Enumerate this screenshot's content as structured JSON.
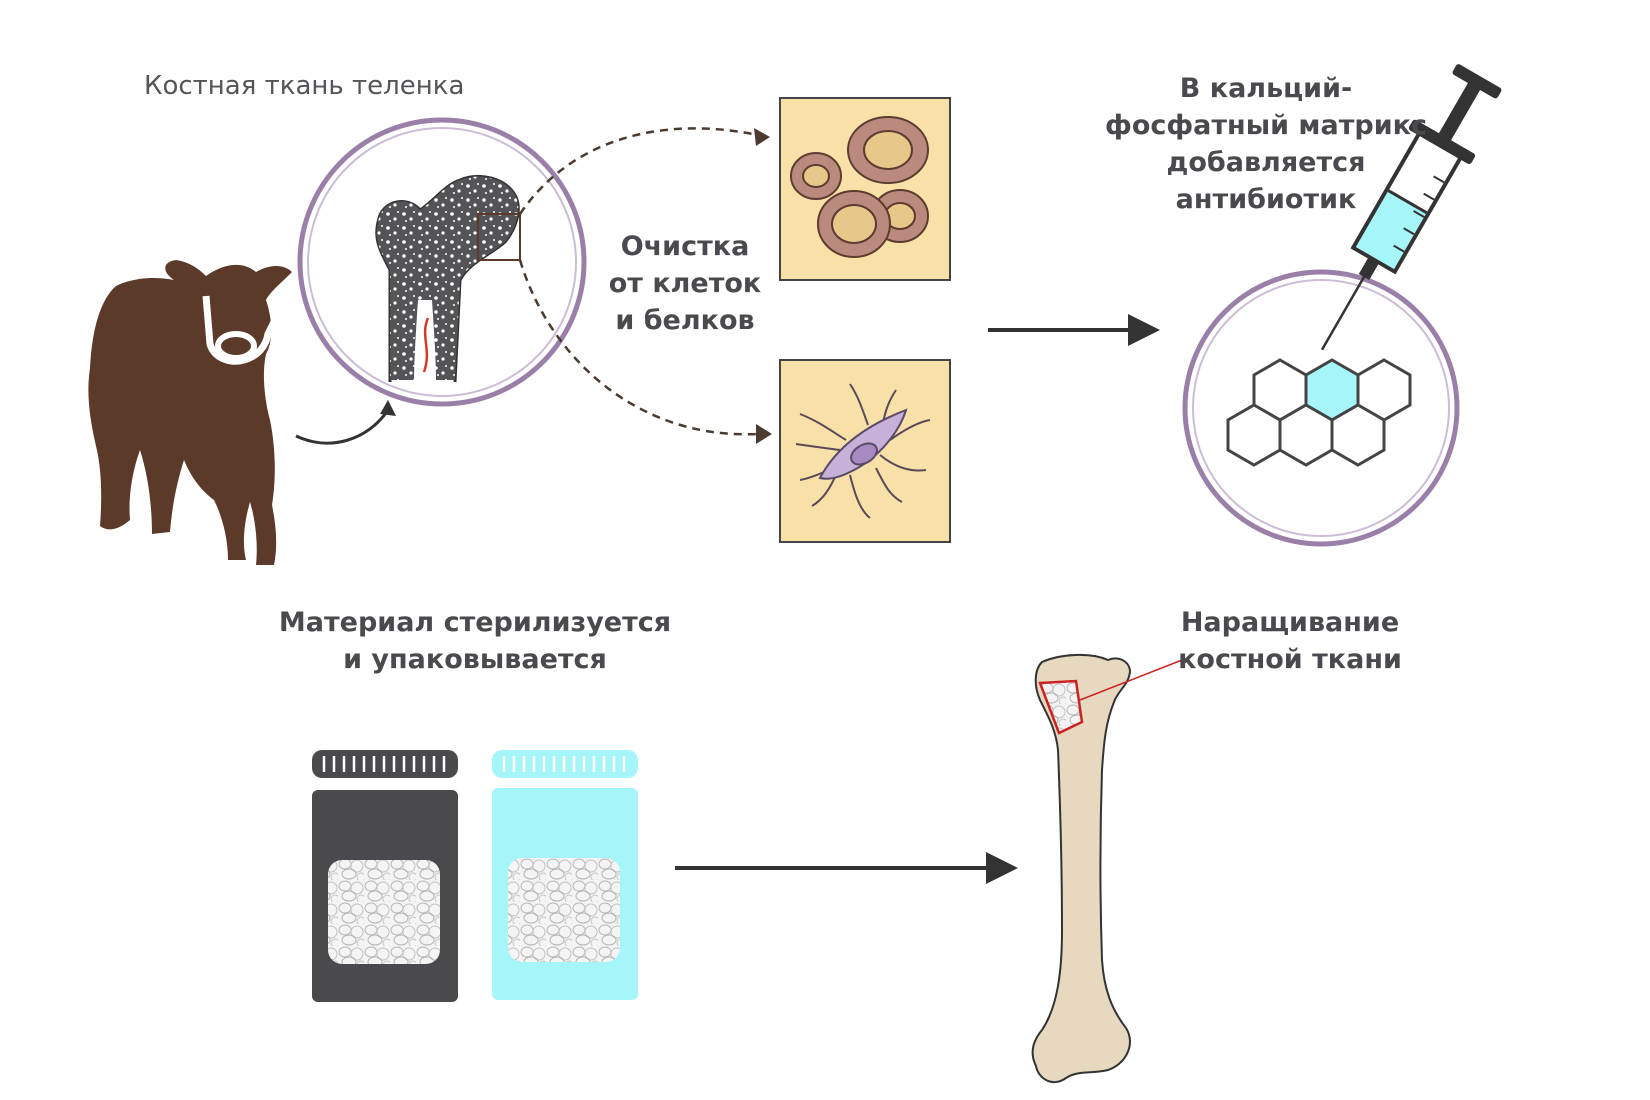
{
  "labels": {
    "calf_bone": "Костная ткань теленка",
    "purification": [
      "Очистка",
      "от клеток",
      "и белков"
    ],
    "antibiotic": [
      "В кальций-",
      "фосфатный матрикс",
      "добавляется",
      "антибиотик"
    ],
    "sterilized": [
      "Материал стерилизуется",
      "и упаковывается"
    ],
    "growth": [
      "Наращивание",
      "костной ткани"
    ]
  },
  "colors": {
    "calf": "#5b3a29",
    "circle": "#9a80a8",
    "tile": "#f7e1a8",
    "ring": "#b98a7d",
    "ring_inner": "#e8c88a",
    "cell": "#c7b1d9",
    "cyan": "#a6f6f9",
    "dark_jar": "#4a4a4e",
    "bone": "#e6d9c0",
    "arrow": "#333333",
    "highlight": "#cc2222"
  },
  "icons": [
    "calf-icon",
    "bone-section-icon",
    "syringe-icon",
    "hexagon-matrix-icon",
    "jar-icon",
    "femur-icon"
  ]
}
